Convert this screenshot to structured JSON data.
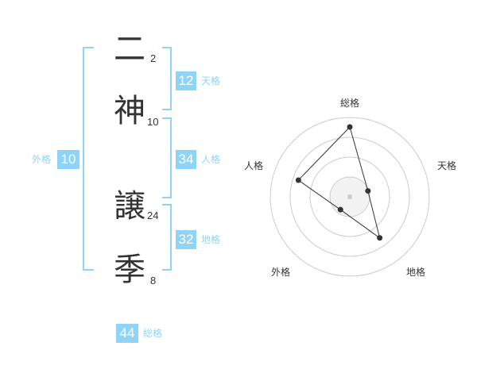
{
  "name": {
    "characters": [
      {
        "char": "二",
        "strokes": "2"
      },
      {
        "char": "神",
        "strokes": "10"
      },
      {
        "char": "譲",
        "strokes": "24"
      },
      {
        "char": "季",
        "strokes": "8"
      }
    ]
  },
  "fortunes": {
    "tenkaku": {
      "value": "12",
      "label": "天格"
    },
    "jinkaku": {
      "value": "34",
      "label": "人格"
    },
    "chikaku": {
      "value": "32",
      "label": "地格"
    },
    "gaikaku": {
      "value": "10",
      "label": "外格"
    },
    "soukaku": {
      "value": "44",
      "label": "総格"
    }
  },
  "chart_data": {
    "type": "radar",
    "axes": [
      "総格",
      "天格",
      "地格",
      "外格",
      "人格"
    ],
    "values": [
      44,
      12,
      32,
      10,
      34
    ],
    "rings": 4
  },
  "colors": {
    "accent": "#8fd3f6",
    "text": "#333333",
    "grid": "#cccccc",
    "point": "#333333"
  }
}
